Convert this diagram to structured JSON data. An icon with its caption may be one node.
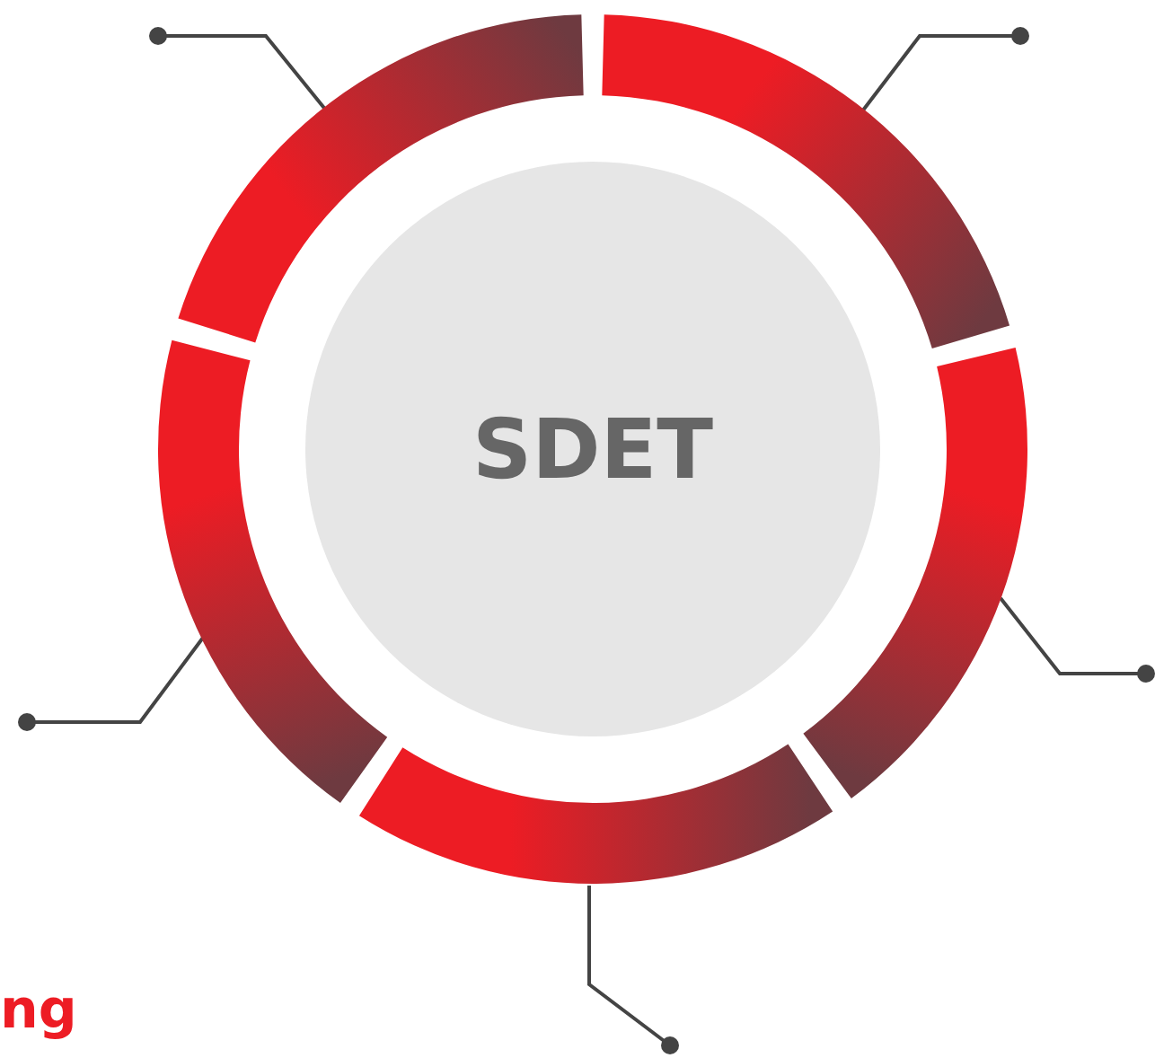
{
  "diagram": {
    "nodes": [
      {
        "text": [
          "SDET"
        ]
      },
      {
        "text": [],
        "shape": "arc"
      },
      {
        "text": [],
        "shape": "arc"
      },
      {
        "text": [],
        "shape": "arc"
      },
      {
        "text": [],
        "shape": "arc"
      },
      {
        "text": [],
        "shape": "arc"
      },
      {
        "text": [],
        "shape": "circle"
      },
      {
        "text": [],
        "shape": "circle"
      },
      {
        "text": [],
        "shape": "circle"
      },
      {
        "text": [],
        "shape": "circle"
      },
      {
        "text": [],
        "shape": "circle"
      }
    ],
    "edges": [
      {
        "from": 6,
        "to": 1,
        "arrow": "none"
      },
      {
        "from": 7,
        "to": 2,
        "arrow": "none"
      },
      {
        "from": 8,
        "to": 3,
        "arrow": "none"
      },
      {
        "from": 9,
        "to": 4,
        "arrow": "none"
      },
      {
        "from": 10,
        "to": 5,
        "arrow": "none"
      }
    ],
    "labels": [
      "ng"
    ]
  }
}
